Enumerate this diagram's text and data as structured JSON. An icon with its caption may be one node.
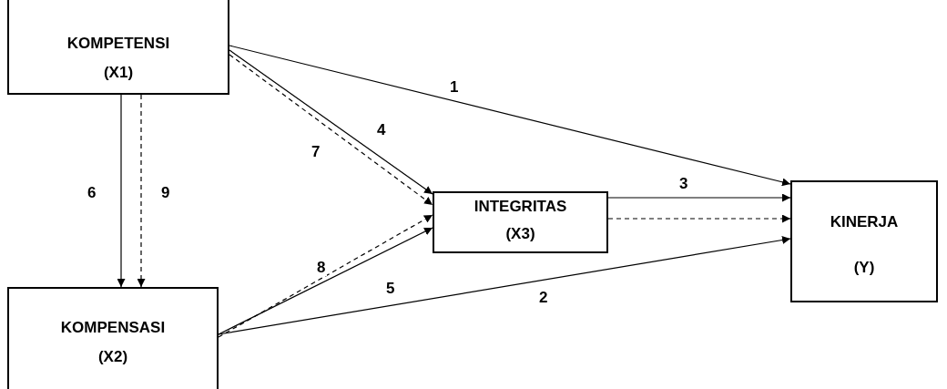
{
  "diagram": {
    "nodes": [
      {
        "text": [
          "KOMPETENSI",
          "(X1)"
        ]
      },
      {
        "text": [
          "KOMPENSASI",
          "(X2)"
        ]
      },
      {
        "text": [
          "INTEGRITAS",
          "(X3)"
        ]
      },
      {
        "text": [
          "KINERJA",
          "(Y)"
        ]
      }
    ],
    "edges": [
      {
        "from": 0,
        "to": 3,
        "arrow": "to",
        "label": "1"
      },
      {
        "from": 0,
        "to": 2,
        "arrow": "to",
        "label": "4"
      },
      {
        "from": 0,
        "to": 2,
        "arrow": "to",
        "label": "7",
        "style": "dashed"
      },
      {
        "from": 0,
        "to": 1,
        "arrow": "to",
        "label": "6"
      },
      {
        "from": 0,
        "to": 1,
        "arrow": "to",
        "label": "9",
        "style": "dashed"
      },
      {
        "from": 2,
        "to": 3,
        "arrow": "to",
        "label": "3"
      },
      {
        "from": 2,
        "to": 3,
        "arrow": "to",
        "style": "dashed"
      },
      {
        "from": 1,
        "to": 2,
        "arrow": "to",
        "label": "8",
        "style": "dashed"
      },
      {
        "from": 1,
        "to": 2,
        "arrow": "to",
        "label": "5"
      },
      {
        "from": 1,
        "to": 3,
        "arrow": "to",
        "label": "2"
      }
    ]
  }
}
